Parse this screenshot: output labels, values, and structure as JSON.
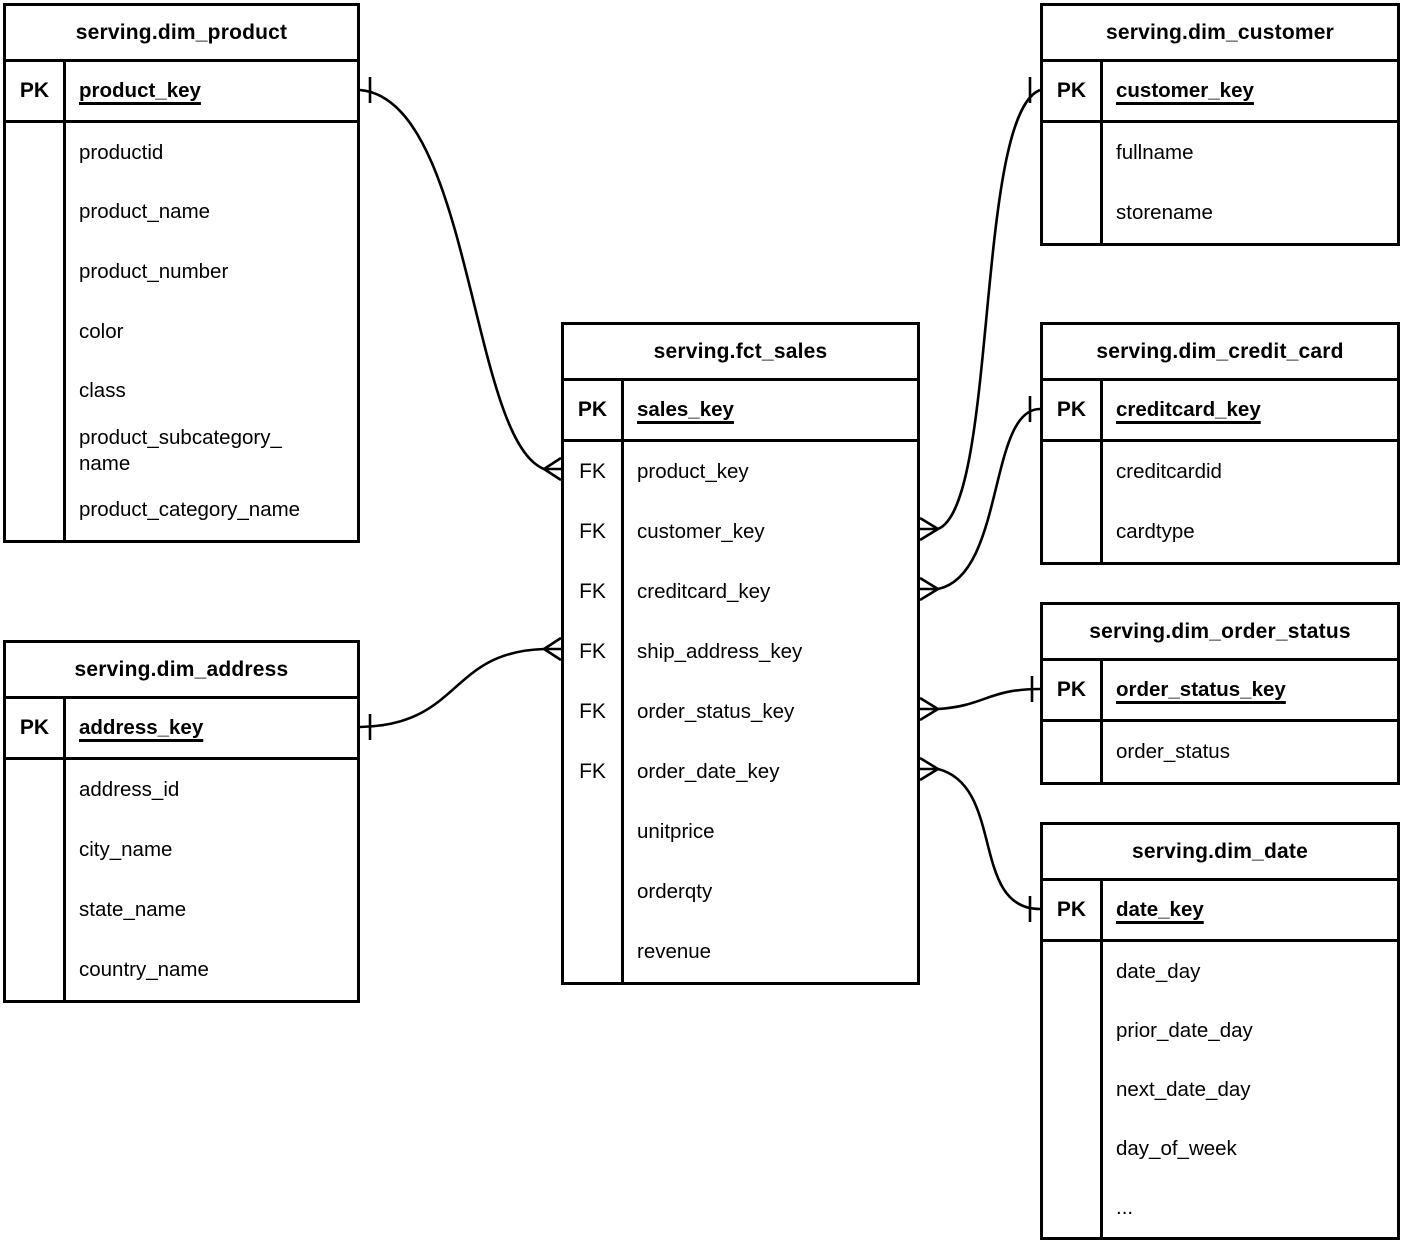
{
  "colors": {
    "line": "#000000",
    "background": "#ffffff",
    "text": "#000000"
  },
  "tables": {
    "dim_product": {
      "title": "serving.dim_product",
      "pk_tag": "PK",
      "pk_field": "product_key",
      "fields": [
        "productid",
        "product_name",
        "product_number",
        "color",
        "class",
        "product_subcategory_name",
        "product_category_name"
      ]
    },
    "dim_customer": {
      "title": "serving.dim_customer",
      "pk_tag": "PK",
      "pk_field": "customer_key",
      "fields": [
        "fullname",
        "storename"
      ]
    },
    "fct_sales": {
      "title": "serving.fct_sales",
      "pk_tag": "PK",
      "pk_field": "sales_key",
      "rows": [
        {
          "tag": "FK",
          "name": "product_key"
        },
        {
          "tag": "FK",
          "name": "customer_key"
        },
        {
          "tag": "FK",
          "name": "creditcard_key"
        },
        {
          "tag": "FK",
          "name": "ship_address_key"
        },
        {
          "tag": "FK",
          "name": "order_status_key"
        },
        {
          "tag": "FK",
          "name": "order_date_key"
        },
        {
          "tag": "",
          "name": "unitprice"
        },
        {
          "tag": "",
          "name": "orderqty"
        },
        {
          "tag": "",
          "name": "revenue"
        }
      ]
    },
    "dim_credit_card": {
      "title": "serving.dim_credit_card",
      "pk_tag": "PK",
      "pk_field": "creditcard_key",
      "fields": [
        "creditcardid",
        "cardtype"
      ]
    },
    "dim_order_status": {
      "title": "serving.dim_order_status",
      "pk_tag": "PK",
      "pk_field": "order_status_key",
      "fields": [
        "order_status"
      ]
    },
    "dim_date": {
      "title": "serving.dim_date",
      "pk_tag": "PK",
      "pk_field": "date_key",
      "fields": [
        "date_day",
        "prior_date_day",
        "next_date_day",
        "day_of_week",
        "..."
      ]
    },
    "dim_address": {
      "title": "serving.dim_address",
      "pk_tag": "PK",
      "pk_field": "address_key",
      "fields": [
        "address_id",
        "city_name",
        "state_name",
        "country_name"
      ]
    }
  },
  "relationships": [
    {
      "dim_table": "serving.dim_product",
      "dim_field": "product_key",
      "fact_table": "serving.fct_sales",
      "fact_field": "product_key",
      "dim_end": "one",
      "fact_end": "many"
    },
    {
      "dim_table": "serving.dim_customer",
      "dim_field": "customer_key",
      "fact_table": "serving.fct_sales",
      "fact_field": "customer_key",
      "dim_end": "one",
      "fact_end": "many"
    },
    {
      "dim_table": "serving.dim_credit_card",
      "dim_field": "creditcard_key",
      "fact_table": "serving.fct_sales",
      "fact_field": "creditcard_key",
      "dim_end": "one",
      "fact_end": "many"
    },
    {
      "dim_table": "serving.dim_address",
      "dim_field": "address_key",
      "fact_table": "serving.fct_sales",
      "fact_field": "ship_address_key",
      "dim_end": "one",
      "fact_end": "many"
    },
    {
      "dim_table": "serving.dim_order_status",
      "dim_field": "order_status_key",
      "fact_table": "serving.fct_sales",
      "fact_field": "order_status_key",
      "dim_end": "one",
      "fact_end": "many"
    },
    {
      "dim_table": "serving.dim_date",
      "dim_field": "date_key",
      "fact_table": "serving.fct_sales",
      "fact_field": "order_date_key",
      "dim_end": "one",
      "fact_end": "many"
    }
  ]
}
